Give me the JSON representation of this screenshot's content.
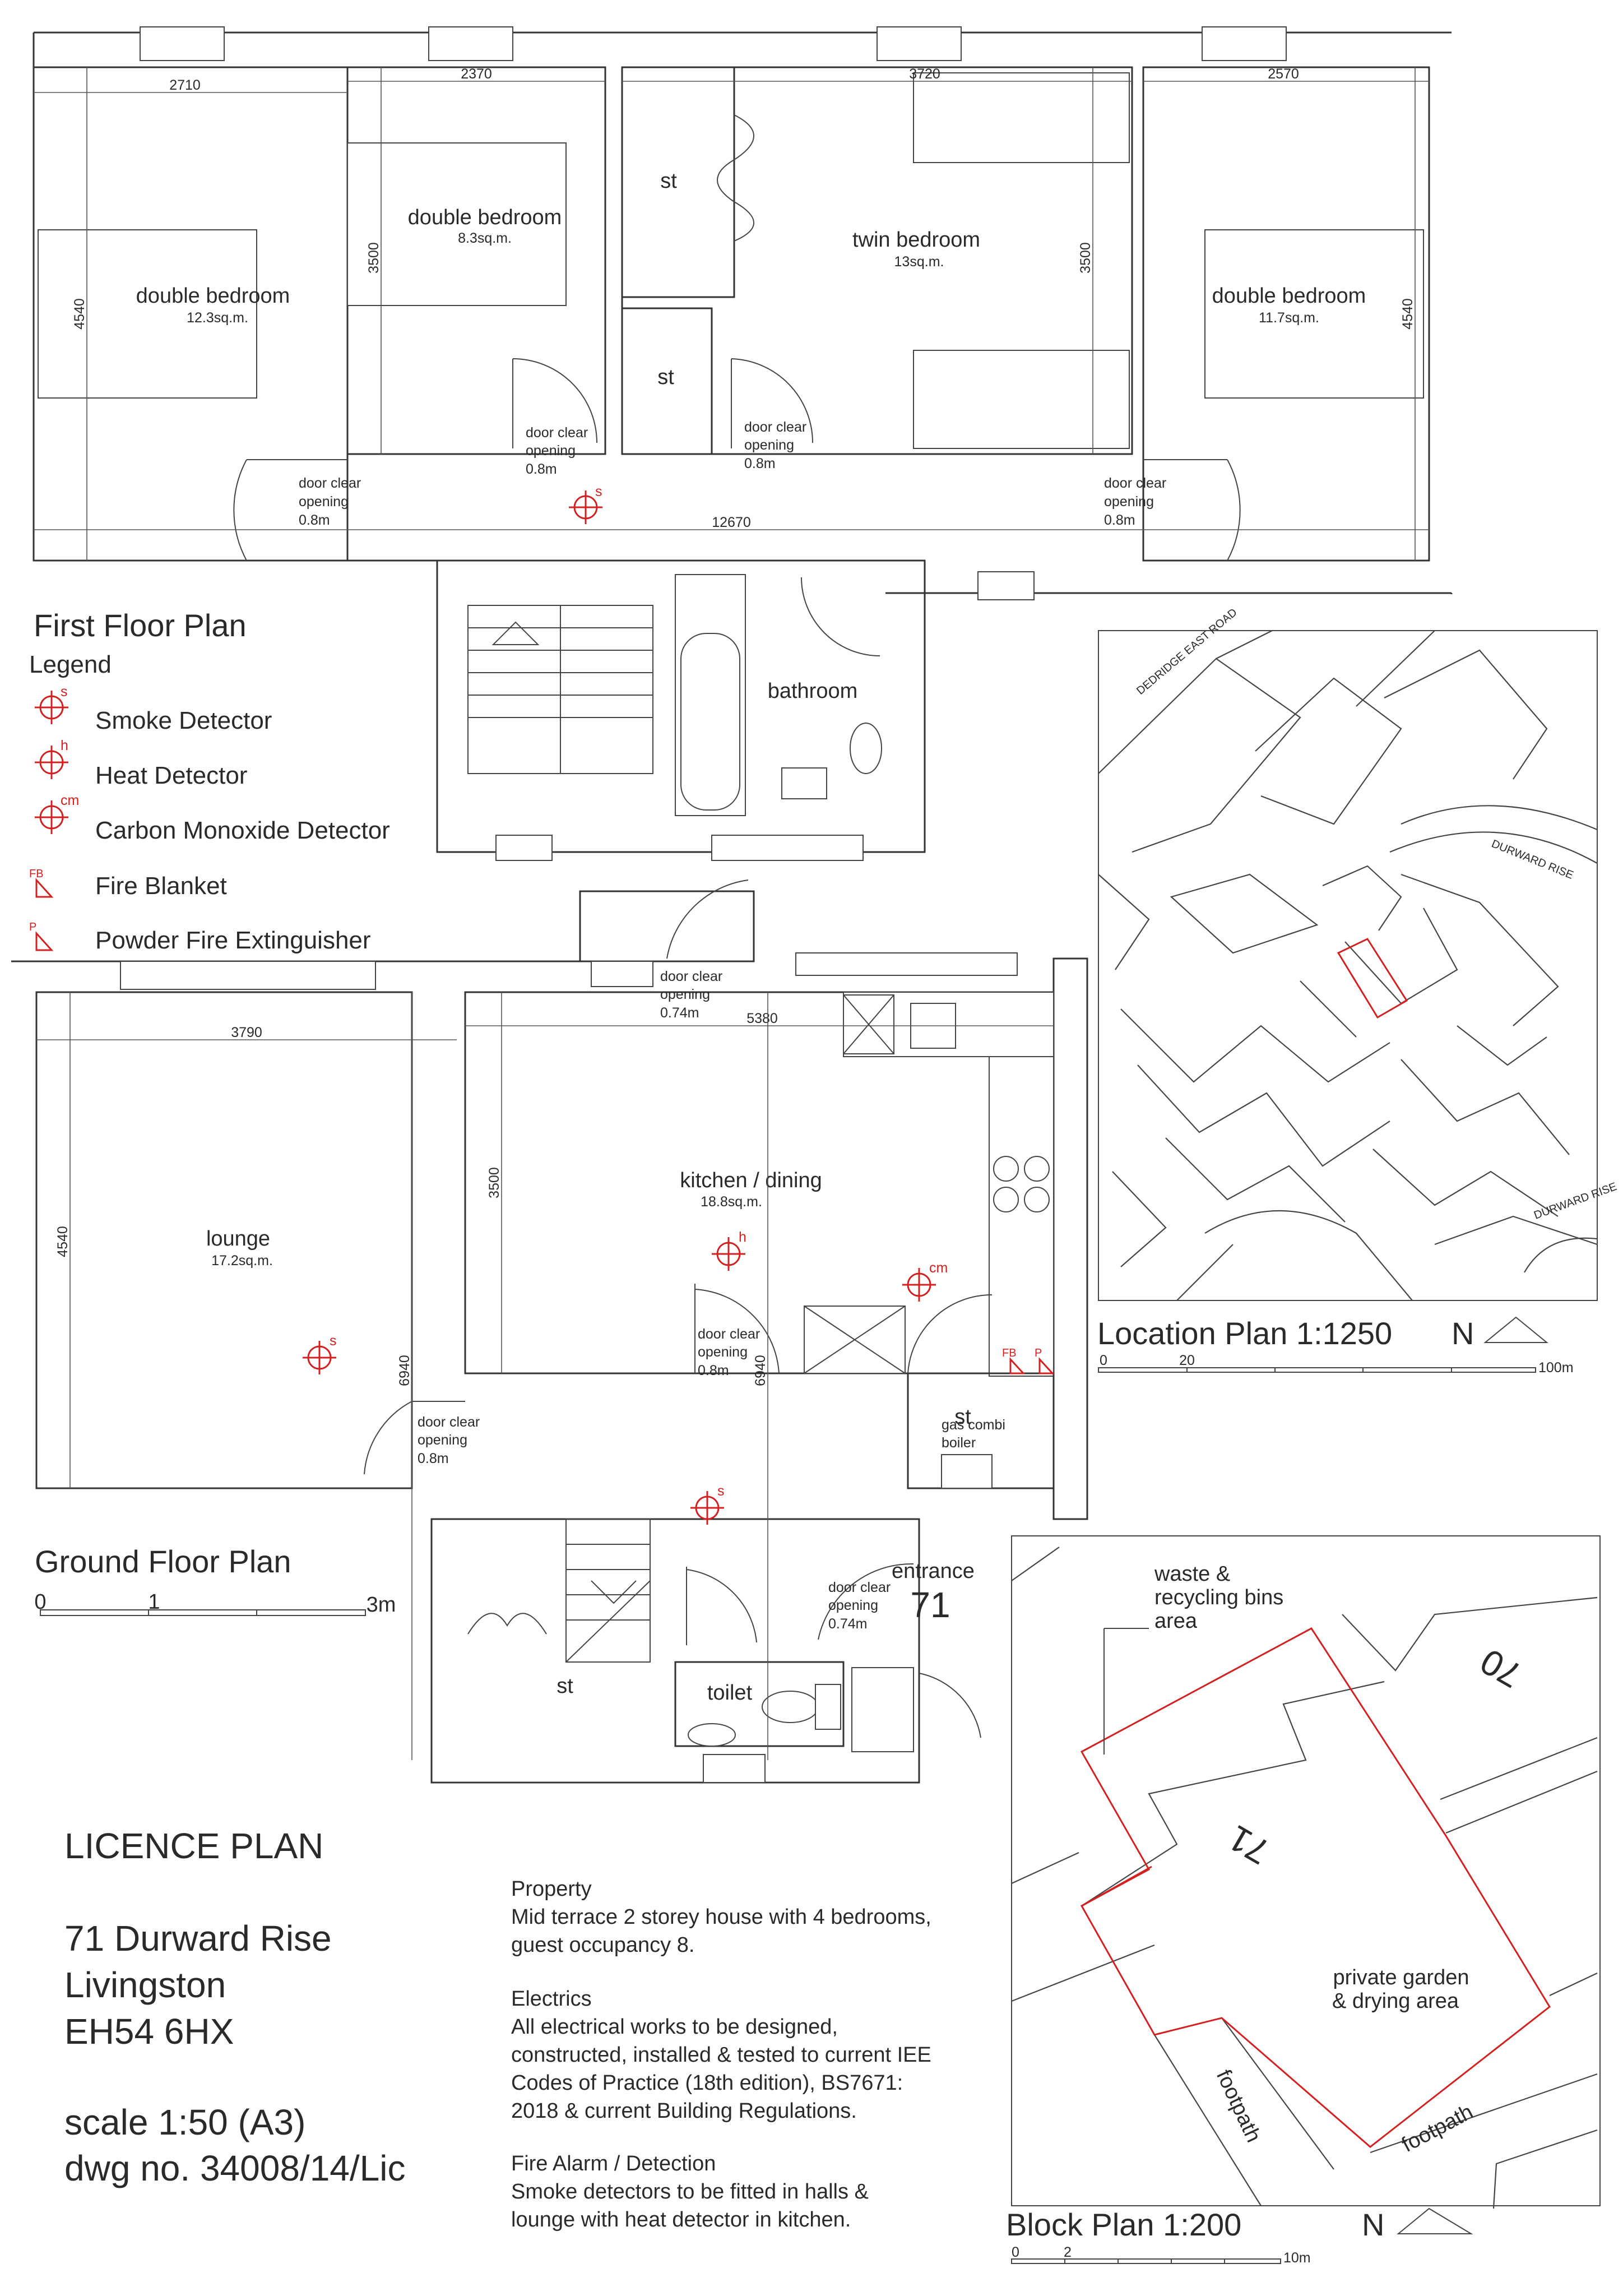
{
  "first_floor": {
    "title": "First Floor Plan",
    "rooms": {
      "bed1": {
        "name": "double bedroom",
        "area": "12.3sq.m."
      },
      "bed2": {
        "name": "double bedroom",
        "area": "8.3sq.m."
      },
      "twin": {
        "name": "twin bedroom",
        "area": "13sq.m."
      },
      "bed4": {
        "name": "double bedroom",
        "area": "11.7sq.m."
      },
      "store1": "st",
      "store2": "st",
      "bathroom": "bathroom"
    },
    "dims": {
      "w1": "2710",
      "w2": "2370",
      "w3": "3720",
      "w4": "2570",
      "d1": "4540",
      "d2": "3500",
      "d3": "3500",
      "d4": "4540",
      "total": "12670"
    },
    "door_clear": "door clear",
    "opening": "opening",
    "door_width": "0.8m"
  },
  "legend": {
    "title": "Legend",
    "items": [
      {
        "code": "s",
        "label": "Smoke Detector"
      },
      {
        "code": "h",
        "label": "Heat Detector"
      },
      {
        "code": "cm",
        "label": "Carbon Monoxide Detector"
      },
      {
        "code": "FB",
        "label": "Fire Blanket"
      },
      {
        "code": "P",
        "label": "Powder Fire Extinguisher"
      }
    ]
  },
  "ground_floor": {
    "title": "Ground Floor Plan",
    "rooms": {
      "lounge": {
        "name": "lounge",
        "area": "17.2sq.m."
      },
      "kitchen": {
        "name": "kitchen / dining",
        "area": "18.8sq.m."
      },
      "store_boiler": "st",
      "boiler": [
        "gas combi",
        "boiler"
      ],
      "entrance": "entrance",
      "number": "71",
      "store_under_stair": "st",
      "toilet": "toilet"
    },
    "dims": {
      "w_lounge": "3790",
      "w_kitchen": "5380",
      "d_lounge": "4540",
      "d_kitchen": "3500",
      "depth_a": "6940",
      "depth_b": "6940"
    },
    "door_widths": {
      "wide": "0.74m",
      "std": "0.8m"
    },
    "scale_bar": [
      "0",
      "1",
      "3m"
    ]
  },
  "location_plan": {
    "title": "Location Plan 1:1250",
    "north": "N",
    "scale_bar": [
      "0",
      "20",
      "100m"
    ],
    "road_labels": [
      "DEDRIDGE EAST ROAD",
      "DURWARD RISE",
      "DURWARD RISE"
    ]
  },
  "block_plan": {
    "title": "Block Plan 1:200",
    "north": "N",
    "scale_bar": [
      "0",
      "2",
      "10m"
    ],
    "bins": [
      "waste &",
      "recycling bins",
      "area"
    ],
    "garden": [
      "private garden",
      "& drying area"
    ],
    "footpath": "footpath",
    "house_71": "71",
    "house_70": "70"
  },
  "title_block": {
    "title": "LICENCE PLAN",
    "address": [
      "71 Durward Rise",
      "Livingston",
      "EH54 6HX"
    ],
    "scale": "scale 1:50 (A3)",
    "dwg": "dwg no. 34008/14/Lic"
  },
  "notes": [
    {
      "heading": "Property",
      "lines": [
        "Mid terrace 2 storey house with 4 bedrooms,",
        "guest occupancy 8."
      ]
    },
    {
      "heading": "Electrics",
      "lines": [
        "All electrical works to be designed,",
        "constructed, installed & tested to current IEE",
        "Codes of Practice (18th edition), BS7671:",
        "2018 & current Building Regulations."
      ]
    },
    {
      "heading": "Fire Alarm / Detection",
      "lines": [
        "Smoke detectors to be fitted in halls &",
        "lounge with heat detector in kitchen."
      ]
    }
  ],
  "colors": {
    "line": "#333333",
    "accent": "#d32020"
  }
}
